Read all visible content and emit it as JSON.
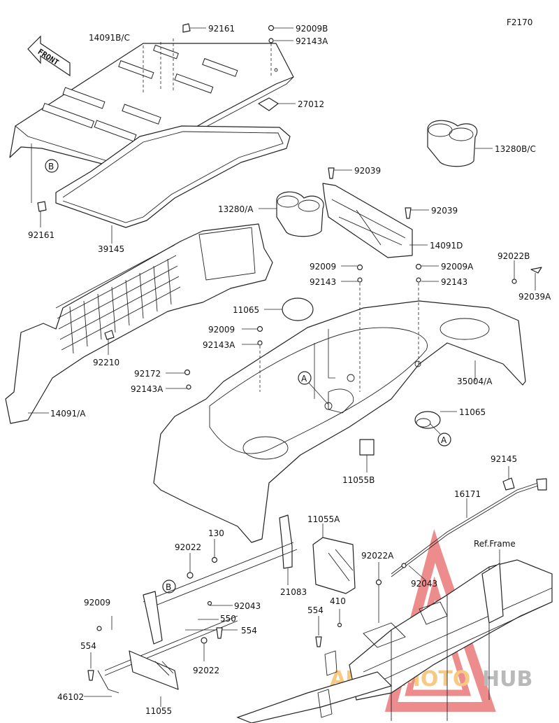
{
  "figure_code": "F2170",
  "direction_arrow": {
    "text": "FRONT",
    "icon": "front-arrow-icon"
  },
  "ref_label": "Ref.Frame",
  "callout_letters": {
    "a": "A",
    "b": "B"
  },
  "watermark": {
    "text_a": "AUTO",
    "text_b": "MOTO",
    "text_c": "HUB",
    "colors": [
      "#e03030",
      "#f0a020",
      "#808080"
    ]
  },
  "parts": {
    "p14091bc": "14091B/C",
    "p92161_top": "92161",
    "p92009b": "92009B",
    "p92143a_top": "92143A",
    "p27012": "27012",
    "p13280bc": "13280B/C",
    "p92039_a": "92039",
    "p92039_b": "92039",
    "p13280a": "13280/A",
    "p14091d": "14091D",
    "p92161_left": "92161",
    "p39145": "39145",
    "p92009_mid": "92009",
    "p92143_mid": "92143",
    "p92009a": "92009A",
    "p92143_right": "92143",
    "p92022b": "92022B",
    "p92039a": "92039A",
    "p11065_top": "11065",
    "p92009_left": "92009",
    "p92143a_mid": "92143A",
    "p92210": "92210",
    "p35004a": "35004/A",
    "p92172": "92172",
    "p92143a_low": "92143A",
    "p14091a": "14091/A",
    "p11065_right": "11065",
    "p11055b": "11055B",
    "p92145": "92145",
    "p16171": "16171",
    "p130": "130",
    "p92022_a": "92022",
    "p11055a": "11055A",
    "p92022a": "92022A",
    "p92043_right": "92043",
    "p21083": "21083",
    "p92009_low": "92009",
    "p92043_low": "92043",
    "p550": "550",
    "p410": "410",
    "p554_mid": "554",
    "p554_right": "554",
    "p554_left": "554",
    "p92022_low": "92022",
    "p46102": "46102",
    "p11055": "11055"
  }
}
